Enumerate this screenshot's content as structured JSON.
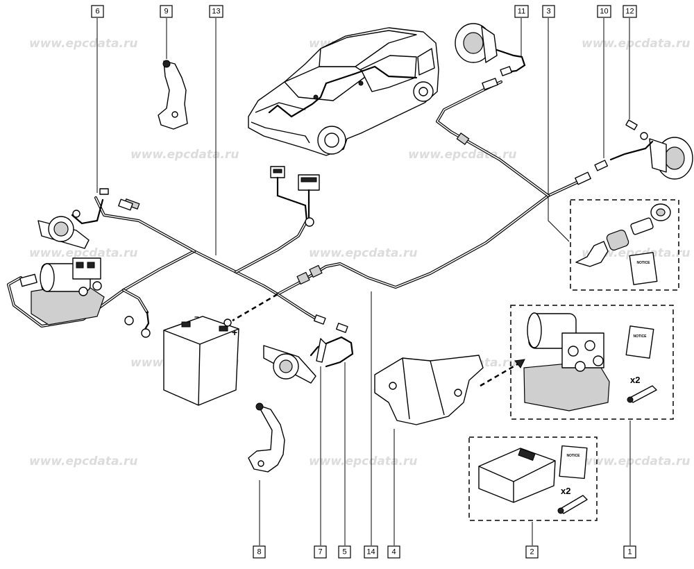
{
  "watermark": "www.epcdata.ru",
  "callouts": [
    {
      "id": "c1",
      "label": "1"
    },
    {
      "id": "c2",
      "label": "2"
    },
    {
      "id": "c3",
      "label": "3"
    },
    {
      "id": "c4",
      "label": "4"
    },
    {
      "id": "c5",
      "label": "5"
    },
    {
      "id": "c6",
      "label": "6"
    },
    {
      "id": "c7",
      "label": "7"
    },
    {
      "id": "c8",
      "label": "8"
    },
    {
      "id": "c9",
      "label": "9"
    },
    {
      "id": "c10",
      "label": "10"
    },
    {
      "id": "c11",
      "label": "11"
    },
    {
      "id": "c12",
      "label": "12"
    },
    {
      "id": "c13",
      "label": "13"
    },
    {
      "id": "c14",
      "label": "14"
    }
  ],
  "quantity_labels": {
    "bolts_kit_1": "x2",
    "bolts_kit_2": "x2"
  },
  "battery_symbols": {
    "plus": "+",
    "minus": "–"
  },
  "notice_label": "NOTICE",
  "colors": {
    "line": "#000000",
    "watermark": "#dcdcdc",
    "fill_grey": "#cfcfcf"
  }
}
